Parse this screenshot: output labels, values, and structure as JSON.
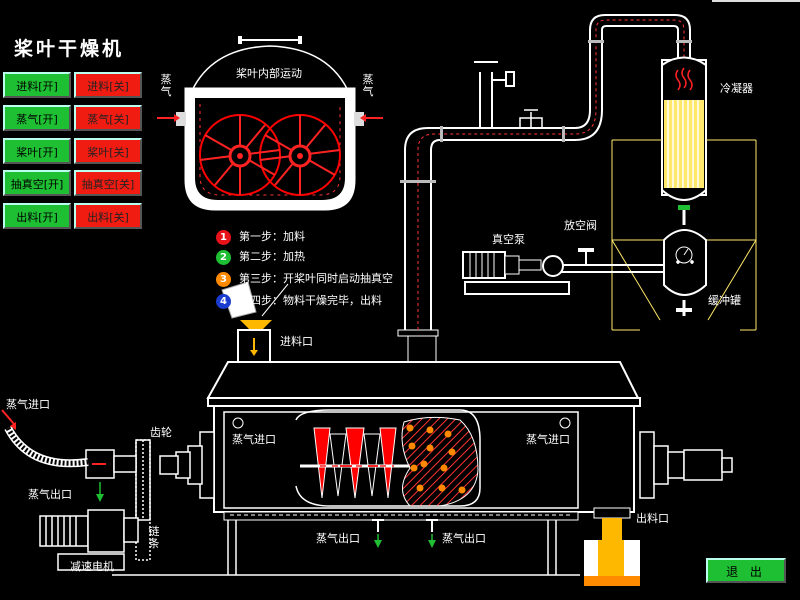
{
  "app": {
    "title": "桨叶干燥机"
  },
  "controls": [
    {
      "on": "进料[开]",
      "off": "进料[关]"
    },
    {
      "on": "蒸气[开]",
      "off": "蒸气[关]"
    },
    {
      "on": "桨叶[开]",
      "off": "桨叶[关]"
    },
    {
      "on": "抽真空[开]",
      "off": "抽真空[关]"
    },
    {
      "on": "出料[开]",
      "off": "出料[关]"
    }
  ],
  "vessel": {
    "title": "桨叶内部运动",
    "steam_left": "蒸气",
    "steam_right": "蒸气"
  },
  "steps": [
    {
      "num": "1",
      "text": "第一步：加料",
      "color": "#e8131a"
    },
    {
      "num": "2",
      "text": "第二步：加热",
      "color": "#1fbf33"
    },
    {
      "num": "3",
      "text": "第三步：开桨叶同时启动抽真空",
      "color": "#ff8a00"
    },
    {
      "num": "4",
      "text": "第四步：物料干燥完毕，出料",
      "color": "#1a3ccf"
    }
  ],
  "labels": {
    "feed_port": "进料口",
    "condenser": "冷凝器",
    "vent_valve": "放空阀",
    "vacuum_pump": "真空泵",
    "buffer_tank": "缓冲罐",
    "steam_inlet_left": "蒸气进口",
    "steam_outlet_left": "蒸气出口",
    "gear": "齿轮",
    "chain": "链条",
    "reducer_motor": "减速电机",
    "steam_inlet_inner_left": "蒸气进口",
    "steam_inlet_inner_right": "蒸气进口",
    "steam_outlet_bottom1": "蒸气出口",
    "steam_outlet_bottom2": "蒸气出口",
    "discharge_port": "出料口"
  },
  "exit_button": "退 出",
  "colors": {
    "green": "#1fbf33",
    "red": "#f01c12",
    "pipe": "#d8d8d8",
    "yellow": "#ffff00",
    "orange": "#ff8a00"
  }
}
